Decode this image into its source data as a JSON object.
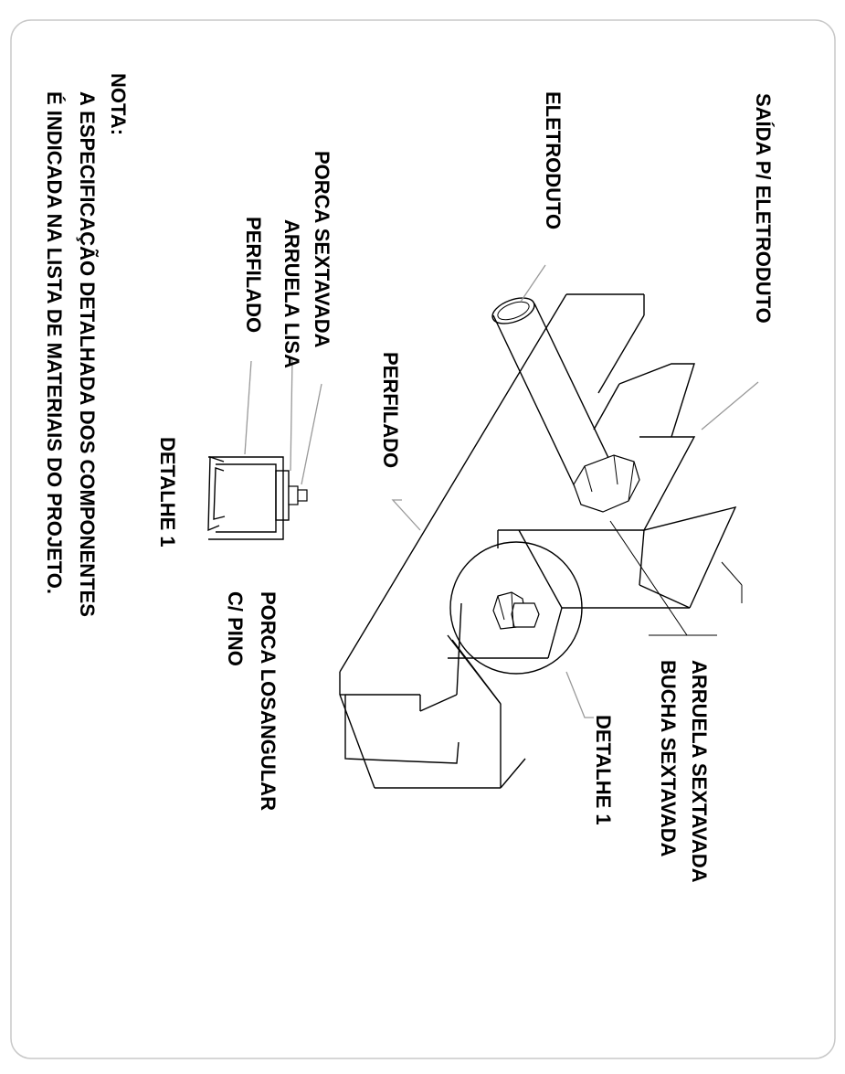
{
  "labels": {
    "saida_eletroduto": "SAÍDA P/ ELETRODUTO",
    "eletroduto": "ELETRODUTO",
    "perfilado_main": "PERFILADO",
    "porca_sextavada": "PORCA SEXTAVADA",
    "arruela_lisa": "ARRUELA LISA",
    "perfilado_detail": "PERFILADO",
    "detalhe_1_small": "DETALHE 1",
    "porca_losangular_1": "PORCA LOSANGULAR",
    "porca_losangular_2": "C/ PINO",
    "detalhe_1_main": "DETALHE 1",
    "arruela_sextavada": "ARRUELA SEXTAVADA",
    "bucha_sextavada": "BUCHA SEXTAVADA"
  },
  "note": {
    "title": "NOTA:",
    "line1": "A ESPECIFICAÇÃO DETALHADA DOS COMPONENTES",
    "line2": "É INDICADA NA LISTA DE MATERIAIS DO PROJETO."
  }
}
